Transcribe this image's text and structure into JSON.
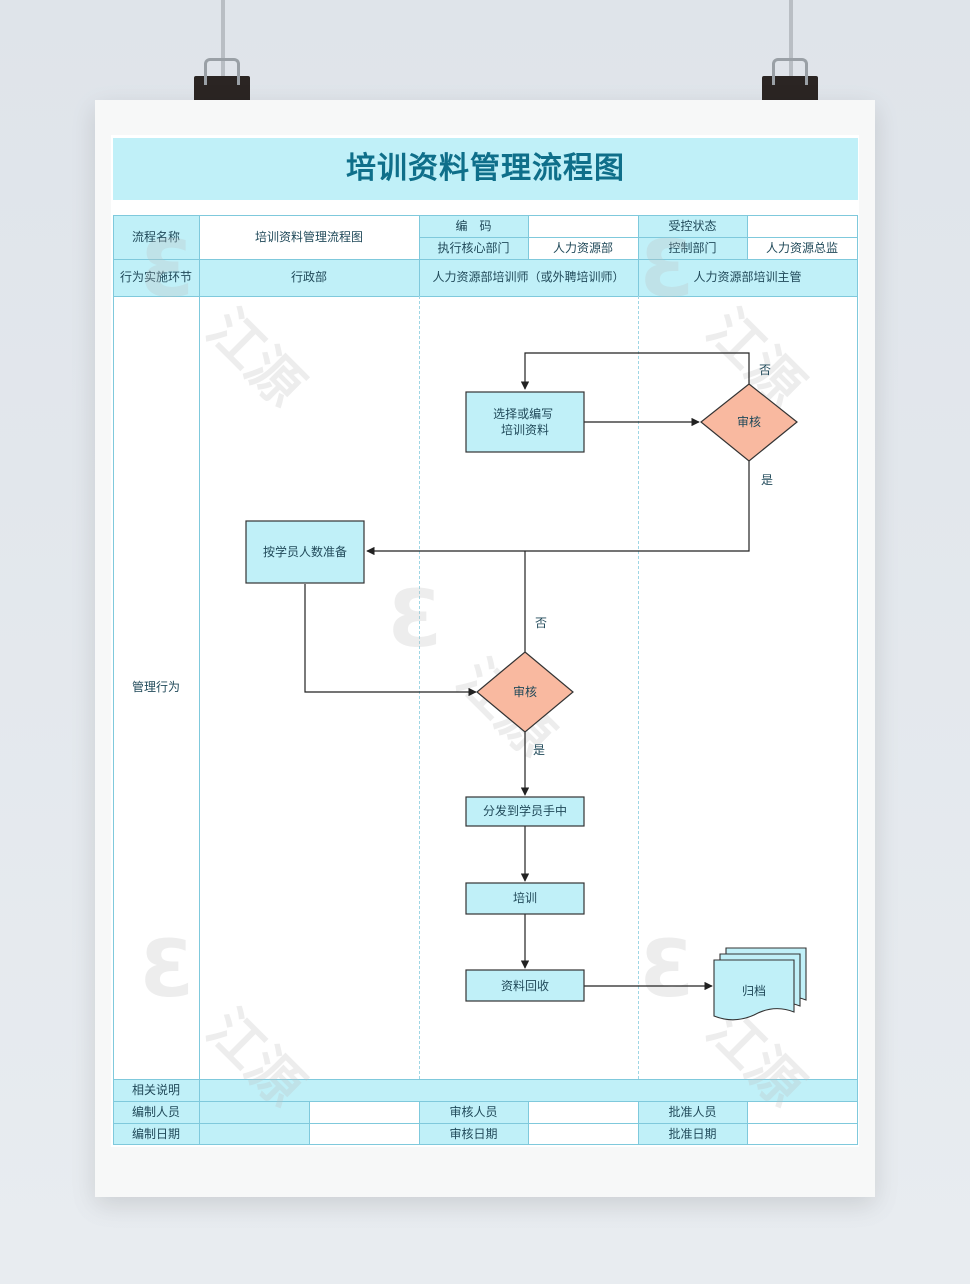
{
  "title": "培训资料管理流程图",
  "header": {
    "process_name_label": "流程名称",
    "process_name_value": "培训资料管理流程图",
    "code_label": "编　码",
    "code_value": "",
    "control_status_label": "受控状态",
    "control_status_value": "",
    "core_dept_label": "执行核心部门",
    "core_dept_value": "人力资源部",
    "control_dept_label": "控制部门",
    "control_dept_value": "人力资源总监",
    "stage_label": "行为实施环节",
    "lanes": [
      "行政部",
      "人力资源部培训师（或外聘培训师）",
      "人力资源部培训主管"
    ]
  },
  "body": {
    "row_label": "管理行为"
  },
  "flow": {
    "select_write": "选择或编写\n培训资料",
    "review_top": "审核",
    "prepare": "按学员人数准备",
    "review_mid": "审核",
    "distribute": "分发到学员手中",
    "train": "培训",
    "recycle": "资料回收",
    "archive": "归档",
    "no_top": "否",
    "yes_top": "是",
    "no_mid": "否",
    "yes_mid": "是"
  },
  "footer": {
    "notes_label": "相关说明",
    "notes_value": "",
    "prepared_by_label": "编制人员",
    "reviewed_by_label": "审核人员",
    "approved_by_label": "批准人员",
    "prepared_date_label": "编制日期",
    "reviewed_date_label": "审核日期",
    "approved_date_label": "批准日期"
  },
  "colors": {
    "header_fill": "#c0f0f8",
    "title_text": "#0f6f8a",
    "process_box": "#c0f0f8",
    "decision_fill": "#f9b9a0",
    "grid_line": "#7fc9dc"
  },
  "watermark": "江源"
}
